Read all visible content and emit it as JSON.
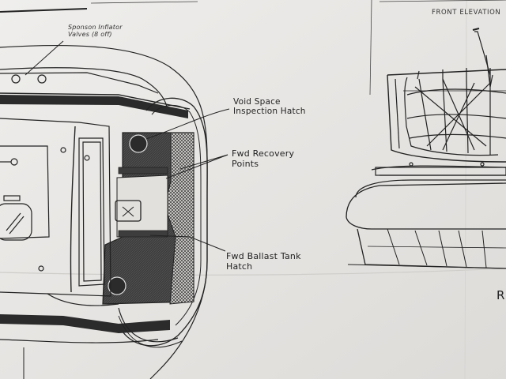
{
  "labels": {
    "sponson_inflator_valves": "Sponson Inflator\nValves (8 off)",
    "void_space_inspection_hatch": "Void Space\nInspection Hatch",
    "fwd_recovery_points": "Fwd Recovery\nPoints",
    "fwd_ballast_tank_hatch": "Fwd Ballast Tank\nHatch",
    "front_elevation": "FRONT ELEVATION",
    "partial_letter": "R"
  },
  "colors": {
    "paper": "#e9e8e6",
    "ink": "#222222",
    "dark_panel": "#4a4a4a"
  }
}
